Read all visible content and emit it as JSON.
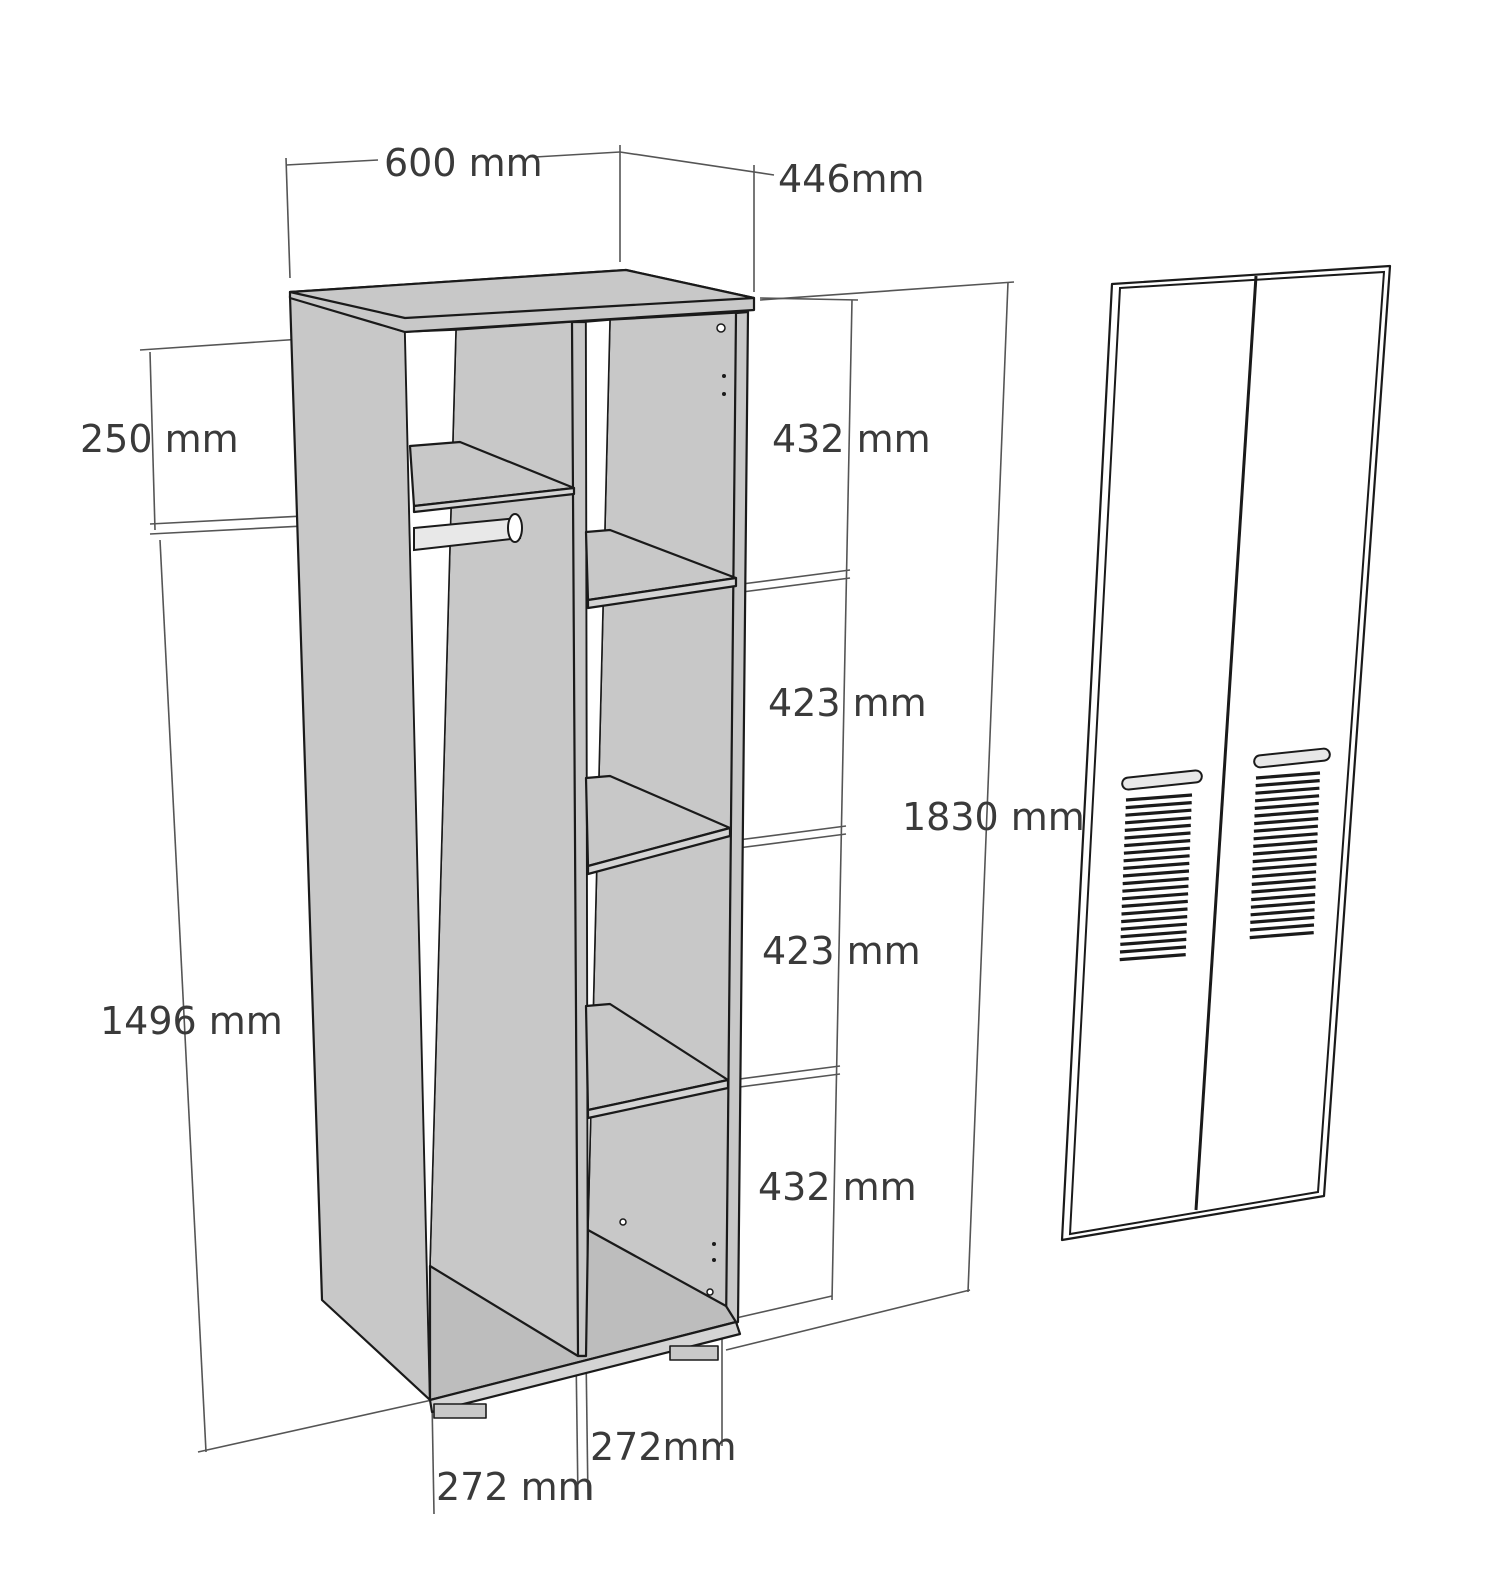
{
  "dimensions": {
    "overall_width": "600 mm",
    "overall_depth": "446mm",
    "top_compartment": "250 mm",
    "hanging_height": "1496 mm",
    "total_height": "1830 mm",
    "shelf_1": "432 mm",
    "shelf_2": "423 mm",
    "shelf_3": "423 mm",
    "shelf_4": "432 mm",
    "left_section_width": "272 mm",
    "right_section_width": "272mm"
  },
  "colors": {
    "panel": "#c8c8c8",
    "edge": "#1a1a1a",
    "dimension_text": "#3a3a3a"
  }
}
